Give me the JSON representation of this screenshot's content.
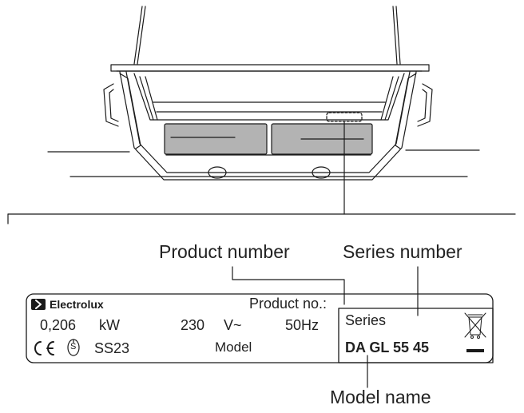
{
  "callouts": {
    "product_number": "Product number",
    "series_number": "Series number",
    "model_name": "Model name"
  },
  "rating_plate": {
    "brand": "Electrolux",
    "product_no_label": "Product no.:",
    "power": "0,206",
    "power_unit": "kW",
    "voltage": "230",
    "voltage_unit": "V~",
    "frequency": "50Hz",
    "series_label": "Series",
    "model_label": "Model",
    "model_value": "DA GL 55 45",
    "ce_mark": "CE",
    "safety_mark": "S",
    "standard_code": "SS23"
  },
  "icons": [
    "electrolux-logo-icon",
    "ce-mark-icon",
    "safety-mark-icon",
    "weee-bin-icon"
  ],
  "colors": {
    "line": "#1a1a1a",
    "filter_fill": "#b3b3b3"
  }
}
